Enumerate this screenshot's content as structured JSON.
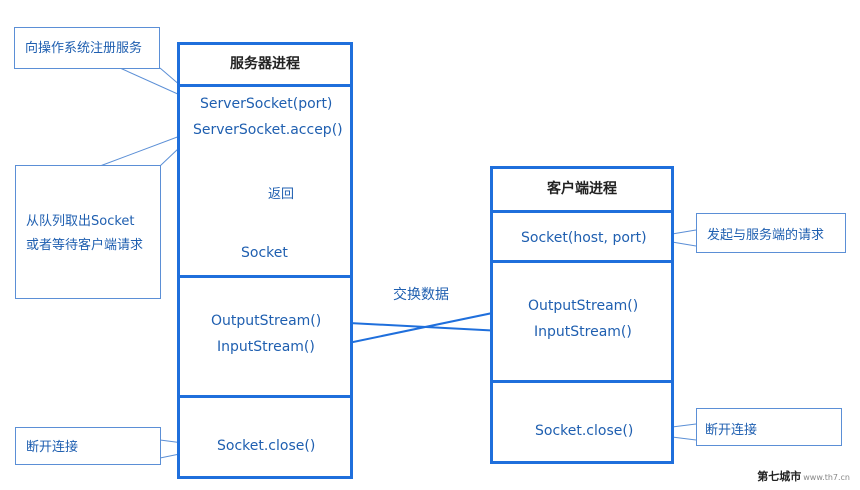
{
  "server": {
    "title": "服务器进程",
    "server_socket_port": "ServerSocket(port)",
    "server_socket_accept": "ServerSocket.accep()",
    "return_label": "返回",
    "socket": "Socket",
    "output_stream": "OutputStream()",
    "input_stream": "InputStream()",
    "socket_close": "Socket.close()"
  },
  "client": {
    "title": "客户端进程",
    "socket_host_port": "Socket(host, port)",
    "output_stream": "OutputStream()",
    "input_stream": "InputStream()",
    "socket_close": "Socket.close()"
  },
  "exchange_label": "交换数据",
  "callouts": {
    "register": "向操作系统注册服务",
    "queue_line1": "从队列取出Socket",
    "queue_line2": "或者等待客户端请求",
    "server_disconnect": "断开连接",
    "client_request": "发起与服务端的请求",
    "client_disconnect": "断开连接"
  },
  "watermark": {
    "main": "第七城市",
    "sub": "www.th7.cn"
  },
  "colors": {
    "box_border": "#1f6fdc",
    "text": "#1f5fb0",
    "callout_border": "#5b8fd6"
  }
}
